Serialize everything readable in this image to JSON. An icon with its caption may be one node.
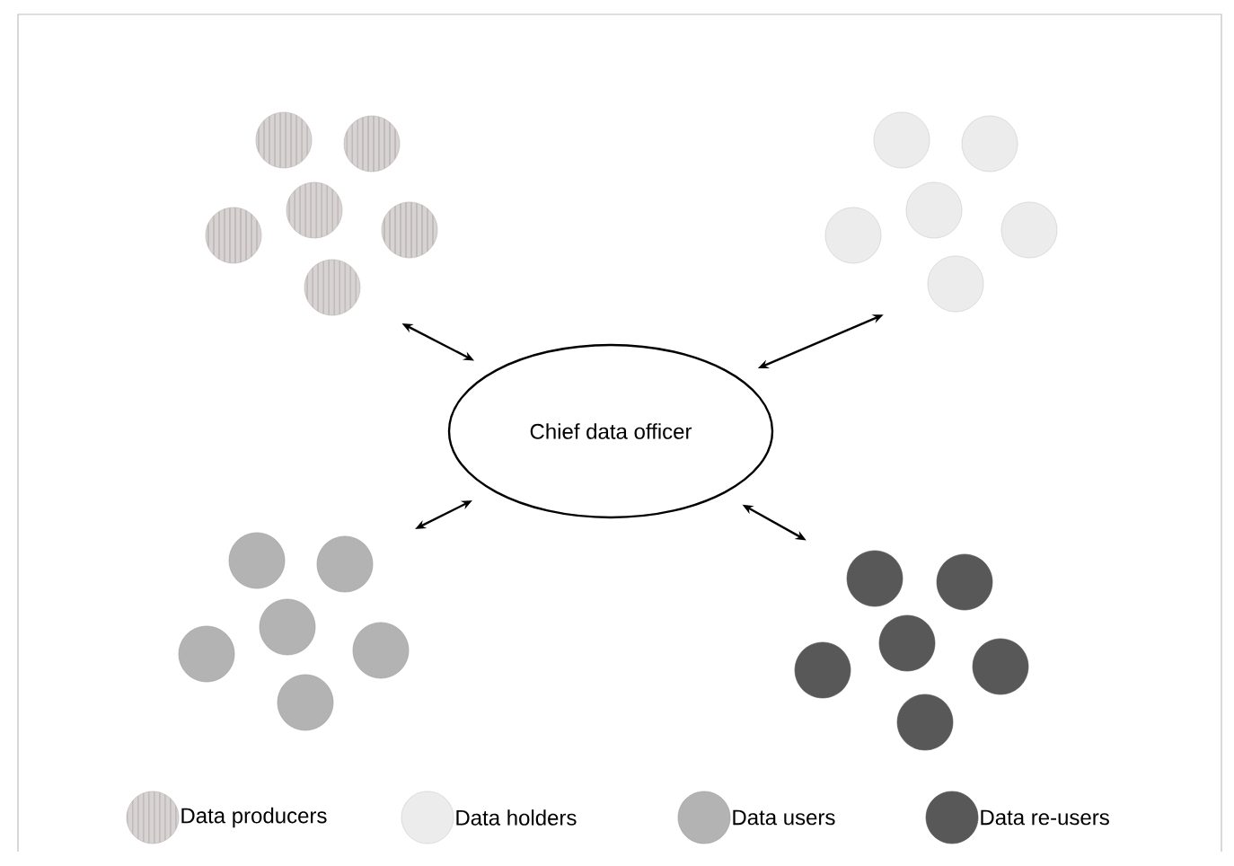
{
  "diagram": {
    "nodes": [
      {
        "text": [
          "Chief data officer"
        ]
      },
      {
        "text": [],
        "shape": "circle"
      },
      {
        "text": [],
        "shape": "circle"
      },
      {
        "text": [],
        "shape": "circle"
      },
      {
        "text": [],
        "shape": "circle"
      },
      {
        "text": [],
        "shape": "circle"
      },
      {
        "text": [],
        "shape": "circle"
      },
      {
        "text": [],
        "shape": "circle"
      },
      {
        "text": [],
        "shape": "circle"
      },
      {
        "text": [],
        "shape": "circle"
      },
      {
        "text": [],
        "shape": "circle"
      },
      {
        "text": [],
        "shape": "circle"
      },
      {
        "text": [],
        "shape": "circle"
      },
      {
        "text": [],
        "shape": "circle"
      },
      {
        "text": [],
        "shape": "circle"
      },
      {
        "text": [],
        "shape": "circle"
      },
      {
        "text": [],
        "shape": "circle"
      },
      {
        "text": [],
        "shape": "circle"
      },
      {
        "text": [],
        "shape": "circle"
      },
      {
        "text": [],
        "shape": "circle"
      },
      {
        "text": [],
        "shape": "circle"
      },
      {
        "text": [],
        "shape": "circle"
      },
      {
        "text": [],
        "shape": "circle"
      },
      {
        "text": [],
        "shape": "circle"
      },
      {
        "text": [],
        "shape": "circle"
      }
    ],
    "edges": [
      {
        "from": 0,
        "to": 6,
        "arrow": "both"
      },
      {
        "from": 0,
        "to": 12,
        "arrow": "both"
      },
      {
        "from": 0,
        "to": 14,
        "arrow": "both"
      },
      {
        "from": 0,
        "to": 19,
        "arrow": "both"
      }
    ],
    "legend": [
      {
        "text": "Data producers",
        "color": "#d9d2d2"
      },
      {
        "text": "Data holders",
        "color": "#ececec"
      },
      {
        "text": "Data users",
        "color": "#b3b3b3"
      },
      {
        "text": "Data re-users",
        "color": "#585858"
      }
    ]
  }
}
